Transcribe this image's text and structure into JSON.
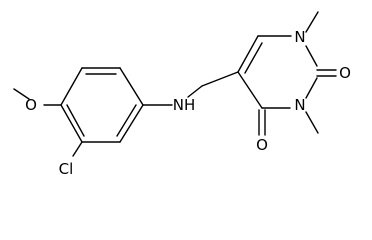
{
  "molecule": {
    "atoms": {
      "chlorine": "Cl",
      "methoxy_oxygen": "O",
      "amine": "NH",
      "ring_nitrogen_top": "N",
      "ring_nitrogen_bottom": "N",
      "carbonyl_oxygen_right": "O",
      "carbonyl_oxygen_bottom": "O"
    }
  },
  "colors": {
    "bond": "#000000",
    "label": "#000000",
    "background": "#ffffff"
  }
}
